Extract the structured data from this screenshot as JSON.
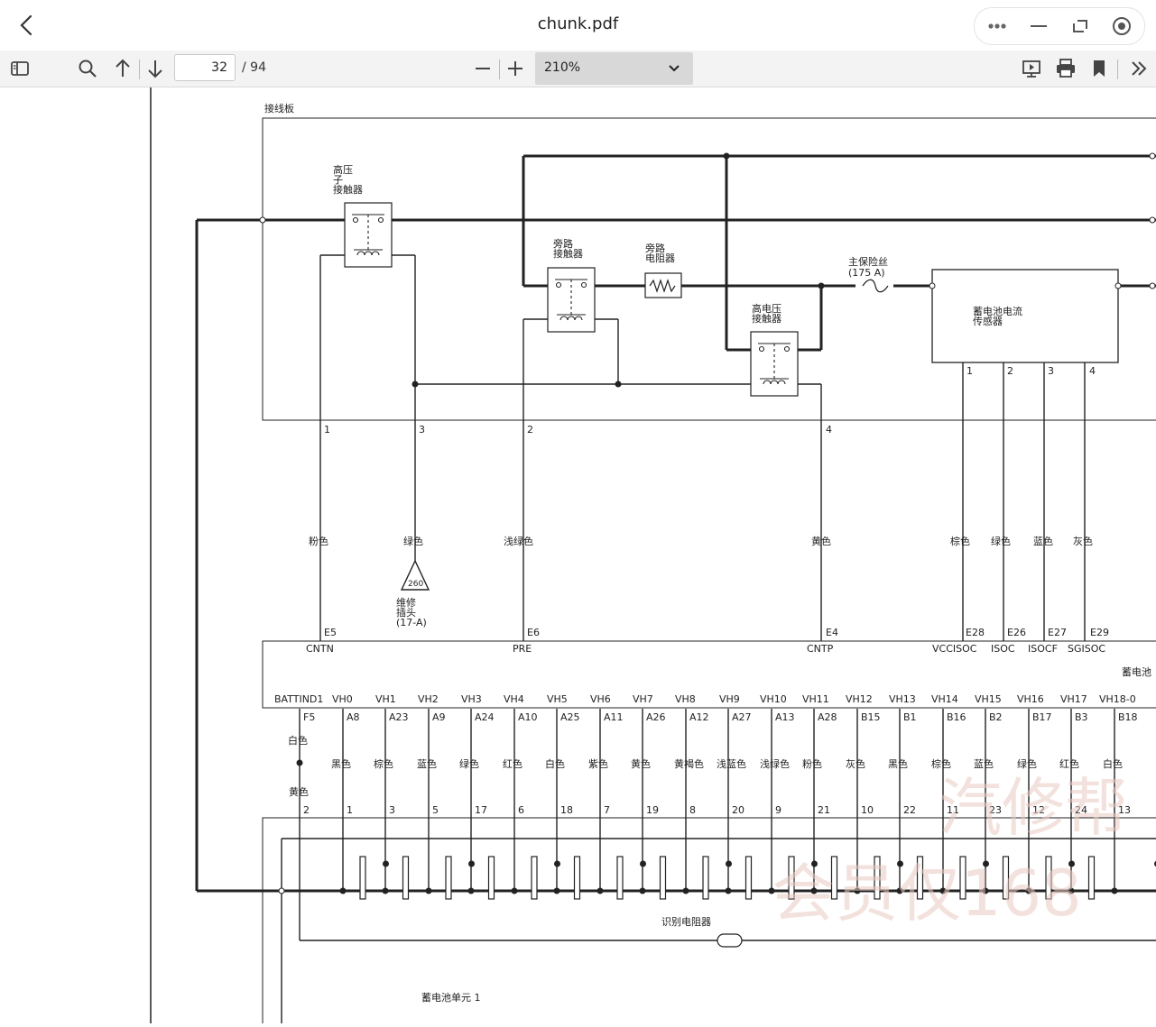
{
  "window": {
    "title": "chunk.pdf"
  },
  "toolbar": {
    "page_current": "32",
    "page_total": "/ 94",
    "zoom": "210%"
  },
  "diagram": {
    "junction_board": "接线板",
    "hv_sub_contactor": [
      "高压",
      "子",
      "接触器"
    ],
    "bypass_contactor": [
      "旁路",
      "接触器"
    ],
    "bypass_resistor": [
      "旁路",
      "电阻器"
    ],
    "main_fuse": [
      "主保险丝",
      "(175 A)"
    ],
    "hv_contactor": [
      "高电压",
      "接触器"
    ],
    "current_sensor": [
      "蓄电池电流",
      "传感器"
    ],
    "sensor_pins": [
      "1",
      "2",
      "3",
      "4"
    ],
    "board_pins": [
      "1",
      "3",
      "2",
      "4"
    ],
    "wire_colors_top": [
      "粉色",
      "绿色",
      "浅绿色",
      "黄色",
      "棕色",
      "绿色",
      "蓝色",
      "灰色"
    ],
    "service_plug_ref": "260",
    "service_plug": [
      "维修",
      "插头",
      "(17-A)"
    ],
    "ecu_pins": [
      "E5",
      "E6",
      "E4",
      "E28",
      "E26",
      "E27",
      "E29"
    ],
    "ecu_signals": [
      "CNTN",
      "PRE",
      "CNTP",
      "VCCISOC",
      "ISOC",
      "ISOCF",
      "SGISOC"
    ],
    "ecu_name_partial": "蓄电池",
    "vh_signals": [
      "BATTIND1",
      "VH0",
      "VH1",
      "VH2",
      "VH3",
      "VH4",
      "VH5",
      "VH6",
      "VH7",
      "VH8",
      "VH9",
      "VH10",
      "VH11",
      "VH12",
      "VH13",
      "VH14",
      "VH15",
      "VH16",
      "VH17",
      "VH18-0"
    ],
    "vh_pins": [
      "F5",
      "A8",
      "A23",
      "A9",
      "A24",
      "A10",
      "A25",
      "A11",
      "A26",
      "A12",
      "A27",
      "A13",
      "A28",
      "B15",
      "B1",
      "B16",
      "B2",
      "B17",
      "B3",
      "B18"
    ],
    "vh_colors": [
      "黑色",
      "棕色",
      "蓝色",
      "绿色",
      "红色",
      "白色",
      "紫色",
      "黄色",
      "黄褐色",
      "浅蓝色",
      "浅绿色",
      "粉色",
      "灰色",
      "黑色",
      "棕色",
      "蓝色",
      "绿色",
      "红色",
      "白色"
    ],
    "battind_colors": [
      "白色",
      "黄色"
    ],
    "battery_pins": [
      "2",
      "1",
      "3",
      "5",
      "17",
      "6",
      "18",
      "7",
      "19",
      "8",
      "20",
      "9",
      "21",
      "10",
      "22",
      "11",
      "23",
      "12",
      "24",
      "13"
    ],
    "id_resistor": "识别电阻器",
    "battery_unit": "蓄电池单元 1",
    "watermark_1": "汽修帮",
    "watermark_2": "会员仅168"
  }
}
